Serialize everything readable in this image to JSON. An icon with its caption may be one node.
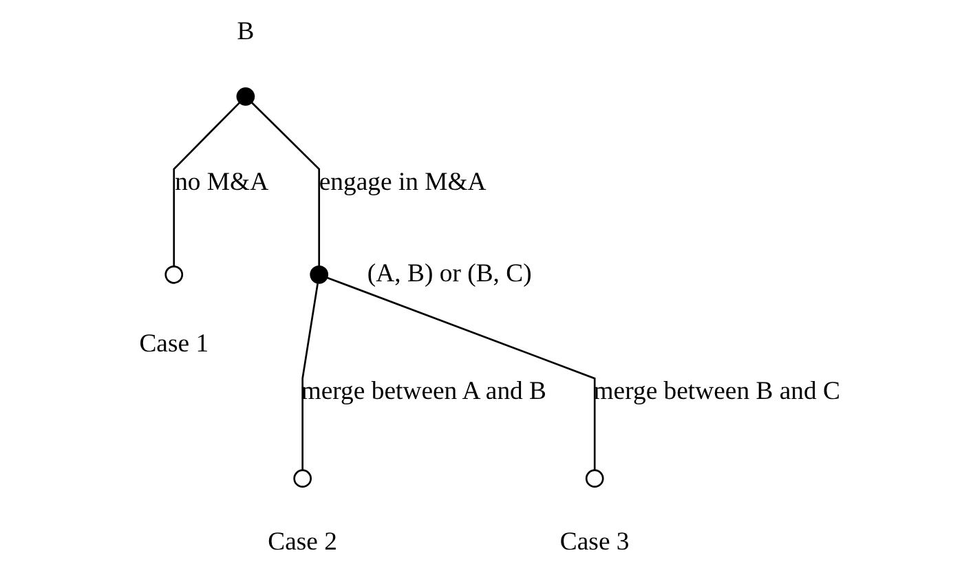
{
  "diagram": {
    "nodes": [
      {
        "text": [],
        "shape": "circle",
        "beside": [
          "B"
        ]
      },
      {
        "text": [],
        "shape": "circle",
        "beside": [
          "Case 1"
        ]
      },
      {
        "text": [],
        "shape": "circle",
        "beside": [
          "(A, B) or (B, C)"
        ]
      },
      {
        "text": [],
        "shape": "circle",
        "beside": [
          "Case 2"
        ]
      },
      {
        "text": [],
        "shape": "circle",
        "beside": [
          "Case 3"
        ]
      }
    ],
    "edges": [
      {
        "from": 0,
        "to": 1,
        "arrow": "none",
        "label": "no M&A"
      },
      {
        "from": 0,
        "to": 2,
        "arrow": "none",
        "label": "engage in M&A"
      },
      {
        "from": 2,
        "to": 3,
        "arrow": "none",
        "label": "merge between A and B"
      },
      {
        "from": 2,
        "to": 4,
        "arrow": "none",
        "label": "merge between B and C"
      }
    ]
  }
}
